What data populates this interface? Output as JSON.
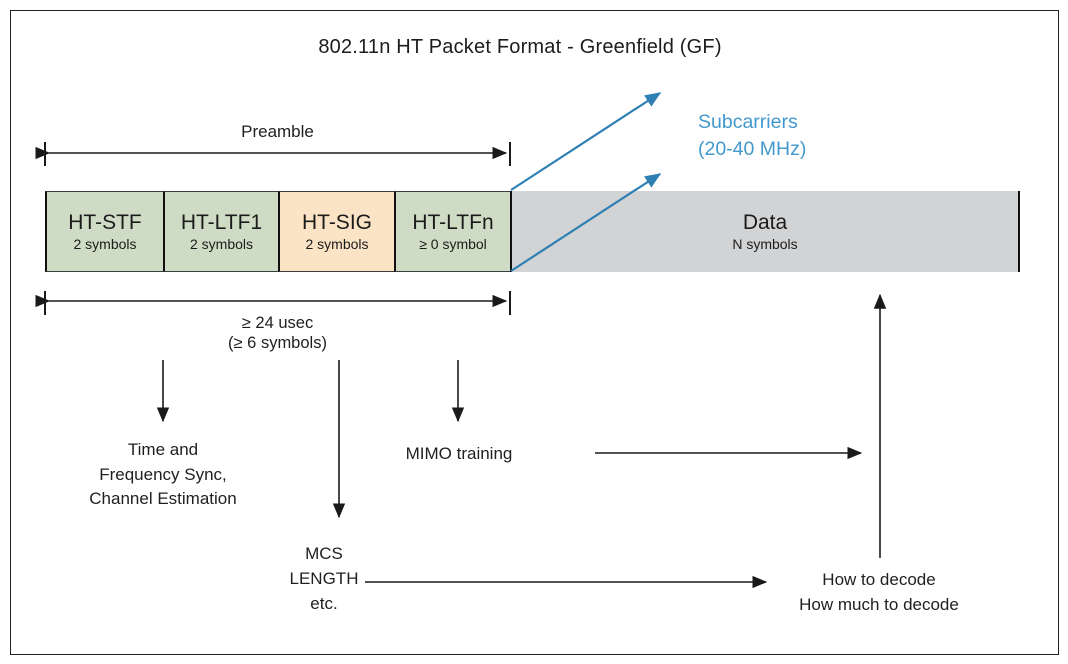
{
  "title": "802.11n HT Packet Format - Greenfield (GF)",
  "colors": {
    "preamble_fill": "#cfdcc5",
    "sig_fill": "#fbe3c5",
    "data_fill": "#d2d3d5",
    "arrow_black": "#1a1a1a",
    "arrow_blue": "#2e7fb3",
    "blue_text": "#4399cd"
  },
  "preamble": {
    "label": "Preamble",
    "duration_line1": "≥ 24 usec",
    "duration_line2": "(≥ 6 symbols)"
  },
  "blocks": [
    {
      "name": "HT-STF",
      "sub": "2 symbols"
    },
    {
      "name": "HT-LTF1",
      "sub": "2 symbols"
    },
    {
      "name": "HT-SIG",
      "sub": "2 symbols"
    },
    {
      "name": "HT-LTFn",
      "sub": "≥ 0 symbol"
    },
    {
      "name": "Data",
      "sub": "N symbols"
    }
  ],
  "annotations": {
    "subcarriers_line1": "Subcarriers",
    "subcarriers_line2": "(20-40 MHz)",
    "sync_line1": "Time and",
    "sync_line2": "Frequency Sync,",
    "sync_line3": "Channel Estimation",
    "mcs_line1": "MCS",
    "mcs_line2": "LENGTH",
    "mcs_line3": "etc.",
    "mimo": "MIMO training",
    "decode_line1": "How to decode",
    "decode_line2": "How much to decode"
  }
}
